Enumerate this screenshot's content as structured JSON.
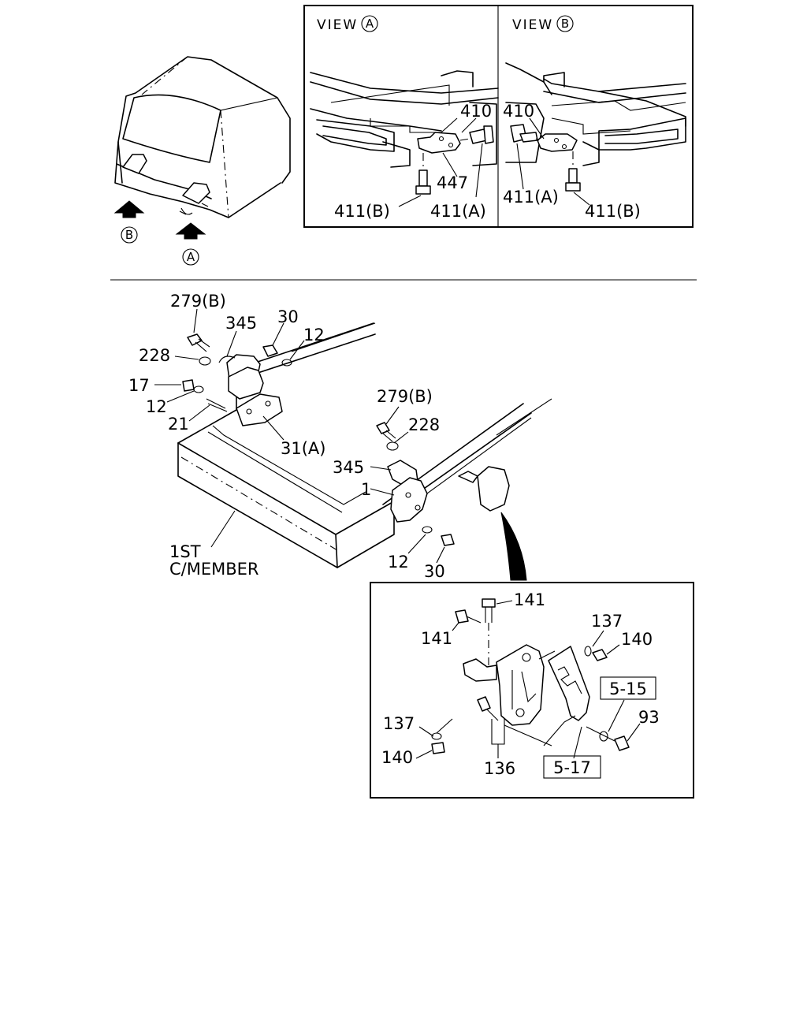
{
  "view_a": {
    "title": "VIEW",
    "marker": "A"
  },
  "view_b": {
    "title": "VIEW",
    "marker": "B"
  },
  "arrows": {
    "a": "A",
    "b": "B"
  },
  "labels": {
    "va_410": "410",
    "va_447": "447",
    "va_411b": "411(B)",
    "va_411a": "411(A)",
    "vb_410": "410",
    "vb_411a": "411(A)",
    "vb_411b": "411(B)",
    "m_279b_1": "279(B)",
    "m_345_1": "345",
    "m_30_1": "30",
    "m_12_1": "12",
    "m_228_1": "228",
    "m_17": "17",
    "m_12_2": "12",
    "m_21": "21",
    "m_31a": "31(A)",
    "m_279b_2": "279(B)",
    "m_228_2": "228",
    "m_345_2": "345",
    "m_1": "1",
    "m_12_3": "12",
    "m_30_2": "30",
    "member_1": "1ST",
    "member_2": "C/MEMBER",
    "d_141_1": "141",
    "d_141_2": "141",
    "d_137_1": "137",
    "d_140_1": "140",
    "d_515": "5-15",
    "d_93": "93",
    "d_137_2": "137",
    "d_140_2": "140",
    "d_136": "136",
    "d_517": "5-17"
  }
}
